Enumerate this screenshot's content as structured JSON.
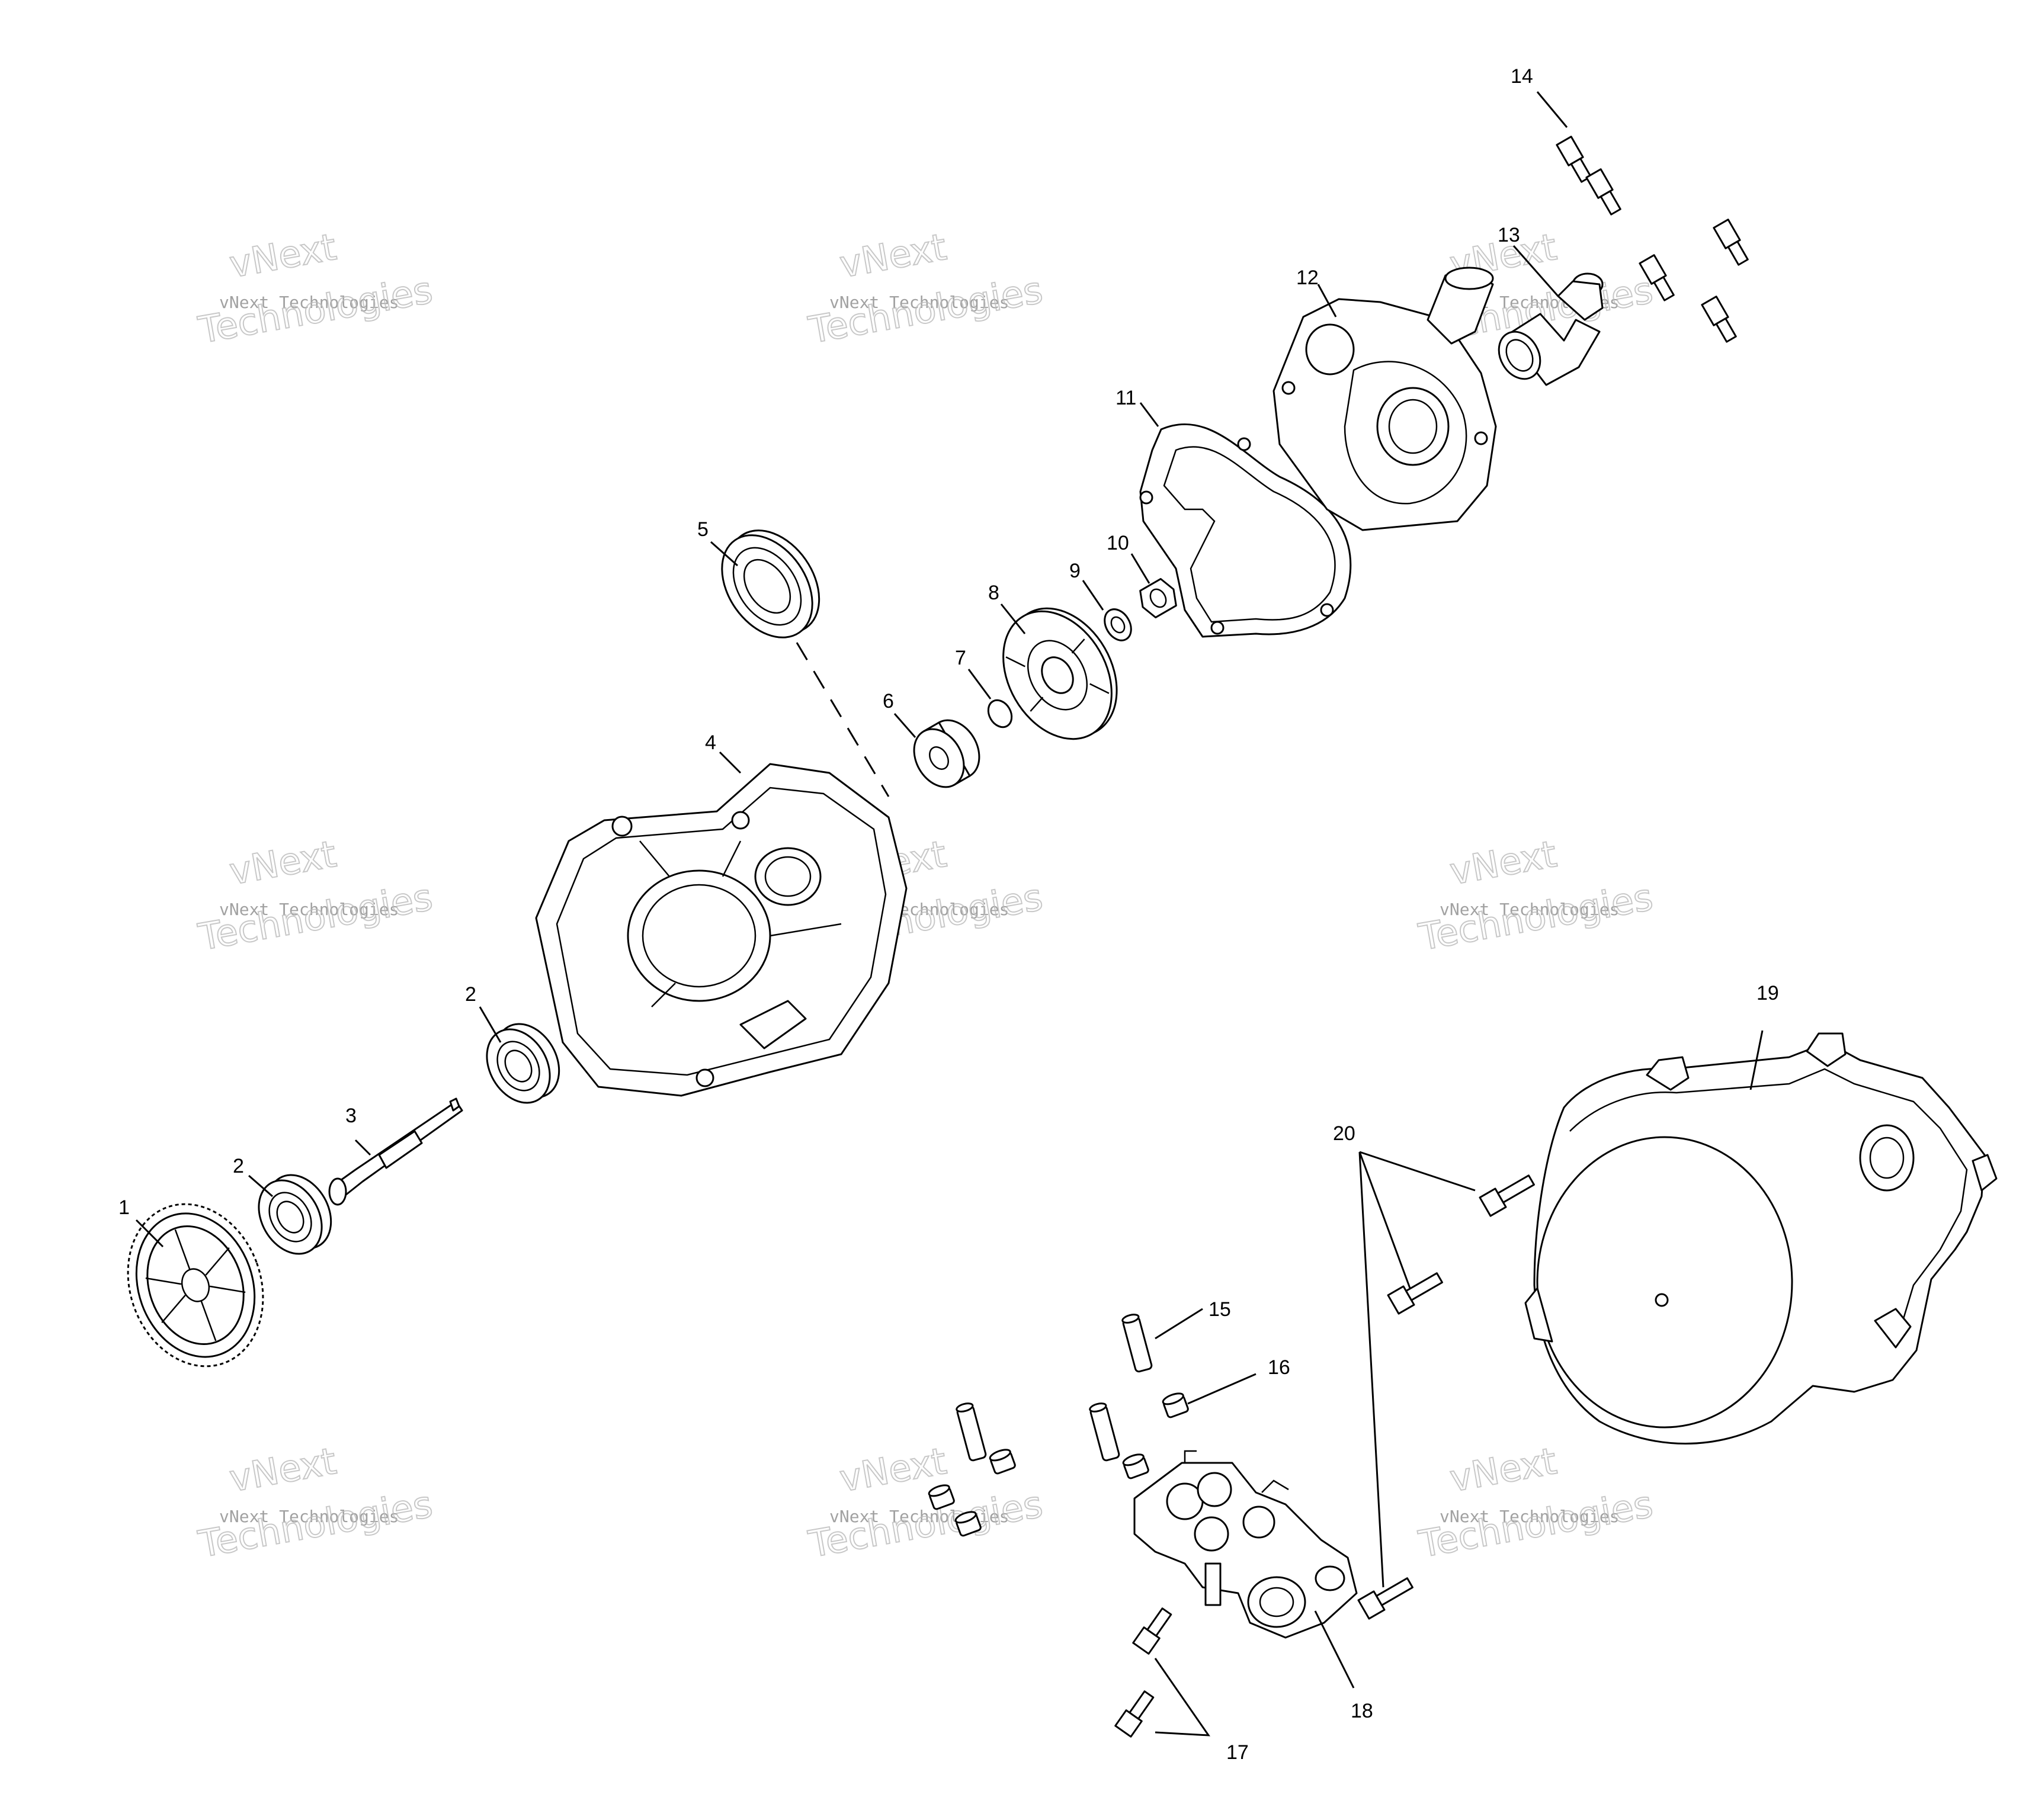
{
  "callouts": [
    {
      "n": "1"
    },
    {
      "n": "2"
    },
    {
      "n": "2"
    },
    {
      "n": "3"
    },
    {
      "n": "4"
    },
    {
      "n": "5"
    },
    {
      "n": "6"
    },
    {
      "n": "7"
    },
    {
      "n": "8"
    },
    {
      "n": "9"
    },
    {
      "n": "10"
    },
    {
      "n": "11"
    },
    {
      "n": "12"
    },
    {
      "n": "13"
    },
    {
      "n": "14"
    },
    {
      "n": "15"
    },
    {
      "n": "16"
    },
    {
      "n": "17"
    },
    {
      "n": "18"
    },
    {
      "n": "19"
    },
    {
      "n": "20"
    }
  ],
  "watermark": {
    "line": "vNext Technologies",
    "brand": "vNext",
    "word": "Technologies"
  }
}
